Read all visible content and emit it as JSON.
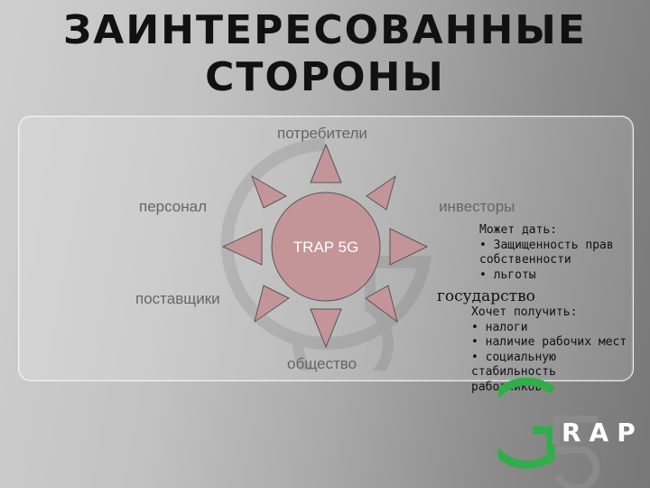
{
  "title": {
    "line1": "ЗАИНТЕРЕСОВАННЫЕ",
    "line2": "СТОРОНЫ"
  },
  "diagram": {
    "center": "TRAP 5G",
    "labels": {
      "top": "потребители",
      "top_left": "персонал",
      "top_right": "инвесторы",
      "bottom_left": "поставщики",
      "bottom": "общество",
      "right": "государство"
    },
    "investors_note": {
      "heading": "Может дать:",
      "items": [
        "• Защищенность прав",
        "собственности",
        "• льготы"
      ]
    },
    "state_note": {
      "heading": "Хочет получить:",
      "items": [
        "• налоги",
        "• наличие рабочих мест",
        "• социальную",
        "стабильность",
        "работников"
      ]
    }
  },
  "logo": {
    "text": "RAP"
  },
  "colors": {
    "sun_fill": "#c49598",
    "sun_stroke": "#555555",
    "logo_green": "#2fae49",
    "logo_gray": "#8a8a8a"
  }
}
